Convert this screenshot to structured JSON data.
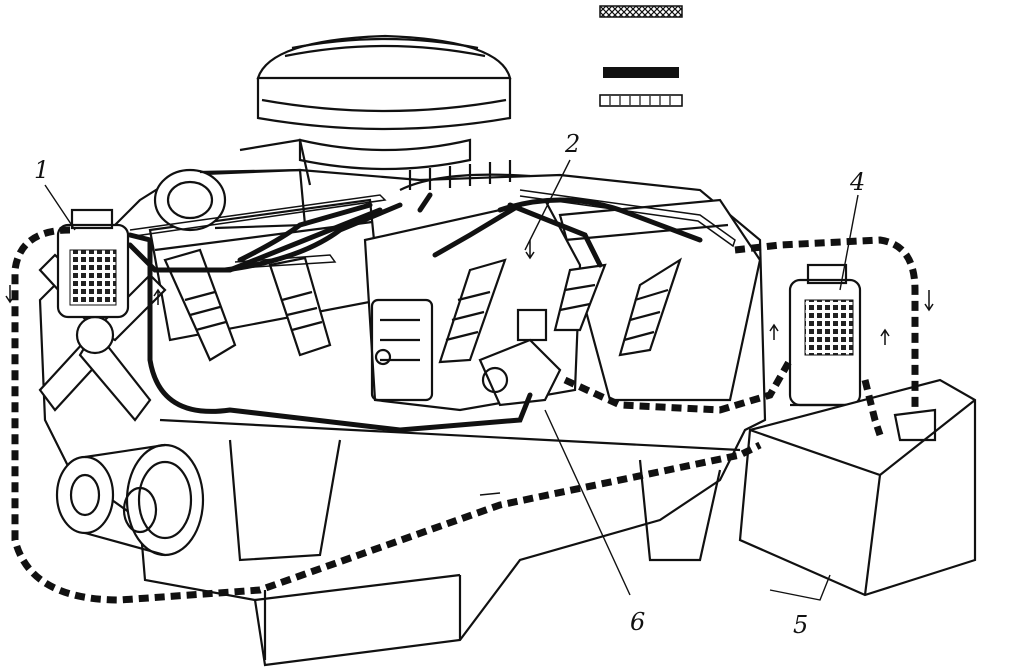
{
  "diagram": {
    "callouts": [
      {
        "id": "1",
        "text": "1"
      },
      {
        "id": "2",
        "text": "2"
      },
      {
        "id": "4",
        "text": "4"
      },
      {
        "id": "5",
        "text": "5"
      },
      {
        "id": "6",
        "text": "6"
      }
    ],
    "legend": [
      {
        "pattern": "crosshatch"
      },
      {
        "pattern": "solid"
      },
      {
        "pattern": "hollow"
      }
    ],
    "colors": {
      "ink": "#111111",
      "paper": "#ffffff"
    }
  }
}
